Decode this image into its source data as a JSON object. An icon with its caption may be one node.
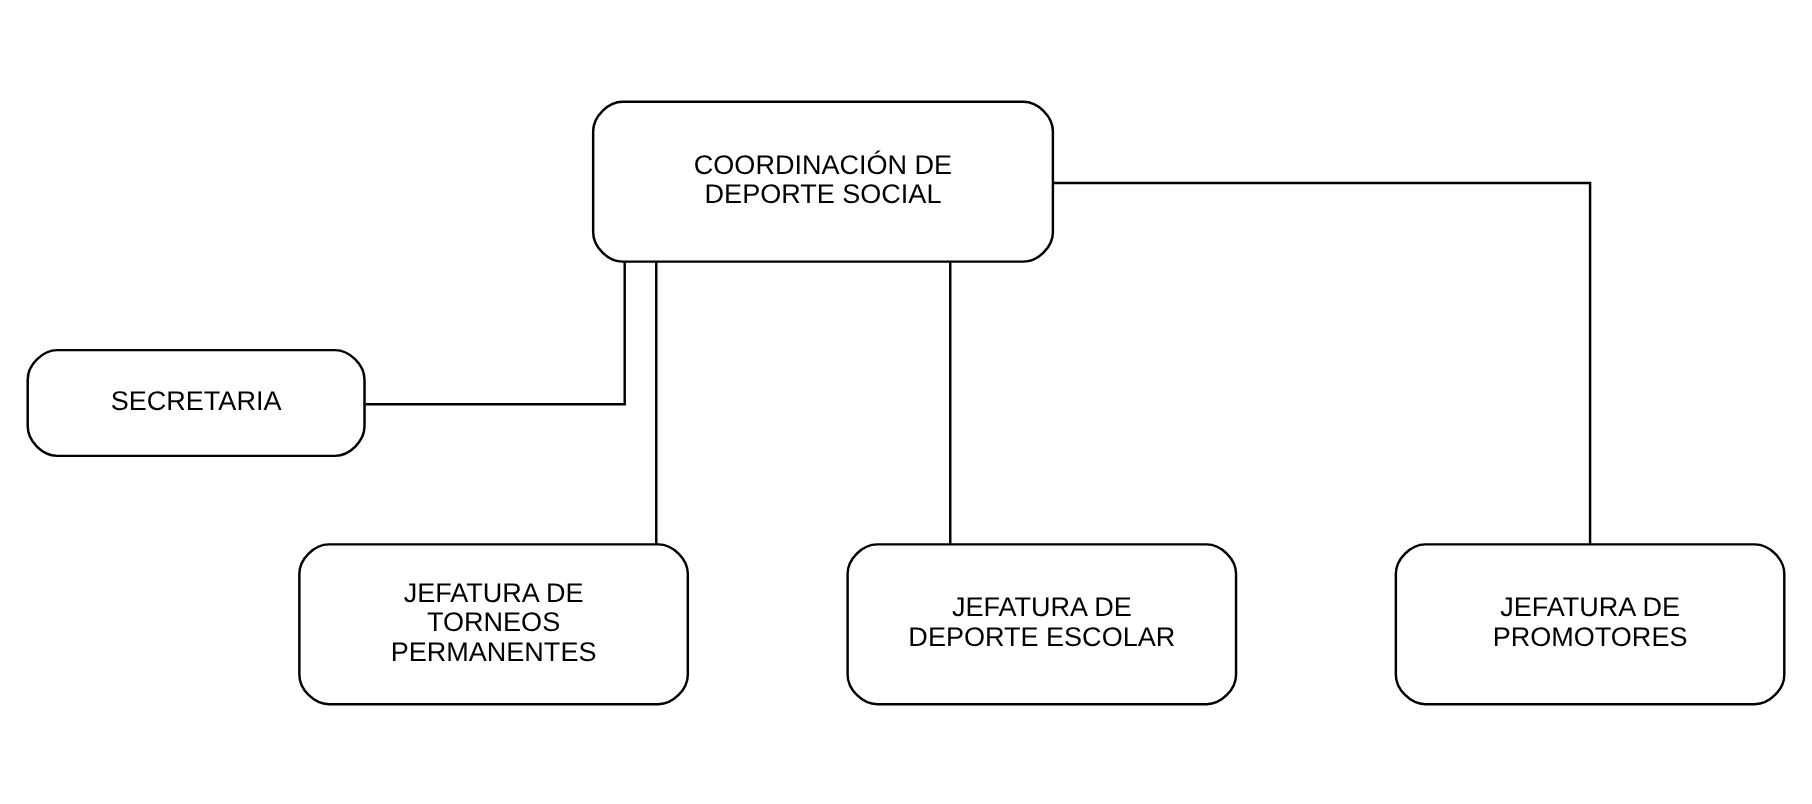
{
  "diagram": {
    "nodes": [
      {
        "text": [
          "COORDINACIÓN DE DEPORTE SOCIAL"
        ]
      },
      {
        "text": [
          "SECRETARIA"
        ]
      },
      {
        "text": [
          "JEFATURA DE TORNEOS PERMANENTES"
        ]
      },
      {
        "text": [
          "JEFATURA DE DEPORTE ESCOLAR"
        ]
      },
      {
        "text": [
          "JEFATURA DE PROMOTORES"
        ]
      }
    ],
    "edges": [
      {
        "from": 0,
        "to": 1,
        "arrow": "none"
      },
      {
        "from": 0,
        "to": 2,
        "arrow": "none"
      },
      {
        "from": 0,
        "to": 3,
        "arrow": "none"
      },
      {
        "from": 0,
        "to": 4,
        "arrow": "none"
      }
    ]
  }
}
